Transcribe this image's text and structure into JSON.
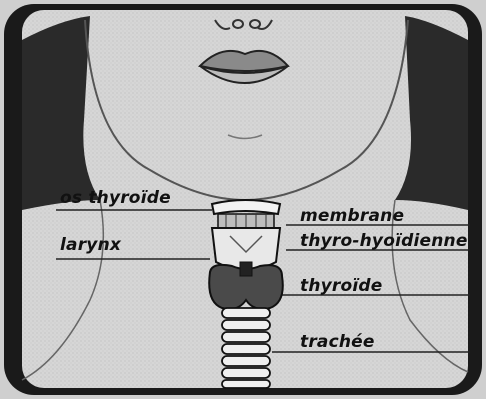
{
  "labels": {
    "os_thyroide": "os thyroïde",
    "larynx": "larynx",
    "membrane": "membrane",
    "thyro_hyoidienne": "thyro-hyoïdienne",
    "thyroide": "thyroïde",
    "trachee": "trachée"
  },
  "colors": {
    "frame_border": "#111111",
    "skin": "#d8d8d8",
    "line": "#222222"
  }
}
